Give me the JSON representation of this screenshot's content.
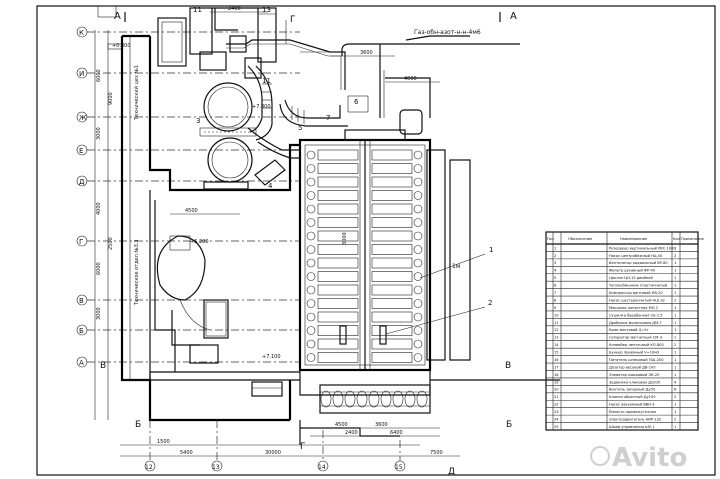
{
  "axes_letters": {
    "top_left": "A",
    "top_right": "A",
    "left_rows": [
      "К",
      "И",
      "Ж",
      "Е",
      "Д",
      "Г",
      "В",
      "Б",
      "А"
    ],
    "section_v_left": "В",
    "section_v_right": "В",
    "section_b_left": "Б",
    "section_b_right": "Б",
    "section_g_top": "Г",
    "section_g_bottom": "Г",
    "bottom_d": "Д"
  },
  "axes_numbers": [
    "12",
    "13",
    "14",
    "15"
  ],
  "callouts": [
    "11",
    "13",
    "11",
    "3",
    "4",
    "5",
    "6",
    "7",
    "1",
    "2"
  ],
  "dimensions": {
    "top_1": "2400",
    "top_2": "3600",
    "top_3": "4000",
    "mid_1": "3000",
    "mid_2": "4500",
    "bottom_1": "4500",
    "bottom_2": "3600",
    "bottom_3": "2400",
    "bottom_4": "6400",
    "bottom_5": "30000",
    "bottom_6": "7500",
    "bottom_7": "5400",
    "bottom_8": "1500",
    "left_1": "6000",
    "left_2": "9000",
    "left_3": "3000",
    "left_4": "6000",
    "left_5": "4000",
    "left_6": "3000",
    "left_7": "2500"
  },
  "labels": {
    "pipe_top": "Газ-обн-азот-н-н-4м6",
    "shop_label_1": "Технический цех №1",
    "shop_label_2": "Техническое отдел №3.3",
    "right_note": "1м",
    "elev_1": "+0.300",
    "elev_2": "+7.800",
    "elev_3": "+5.200",
    "elev_4": "+7.100"
  },
  "table": {
    "headers": [
      "Поз.",
      "Обозначение",
      "Наименование",
      "Кол.",
      "Примечание"
    ],
    "rows": [
      {
        "pos": "1",
        "name": "Резервуар вертикальный РВС-1000",
        "qty": "1"
      },
      {
        "pos": "2",
        "name": "Насос центробежный НЦ-50",
        "qty": "2"
      },
      {
        "pos": "3",
        "name": "Вентилятор радиальный ВР-80",
        "qty": "1"
      },
      {
        "pos": "4",
        "name": "Фильтр рукавный ФР-40",
        "qty": "1"
      },
      {
        "pos": "5",
        "name": "Циклон ЦН-15 двойной",
        "qty": "1"
      },
      {
        "pos": "6",
        "name": "Теплообменник пластинчатый",
        "qty": "1"
      },
      {
        "pos": "7",
        "name": "Компрессор винтовой КВ-20",
        "qty": "1"
      },
      {
        "pos": "8",
        "name": "Насос шестерёнчатый НШ-32",
        "qty": "2"
      },
      {
        "pos": "9",
        "name": "Мешалка лопастная МЛ-2",
        "qty": "1"
      },
      {
        "pos": "10",
        "name": "Сушилка барабанная СБ-1.5",
        "qty": "1"
      },
      {
        "pos": "11",
        "name": "Дробилка молотковая ДМ-7",
        "qty": "1"
      },
      {
        "pos": "12",
        "name": "Кран мостовой Q=5т",
        "qty": "1"
      },
      {
        "pos": "13",
        "name": "Сепаратор магнитный СМ-3",
        "qty": "1"
      },
      {
        "pos": "14",
        "name": "Конвейер ленточный КЛ-800",
        "qty": "2"
      },
      {
        "pos": "15",
        "name": "Бункер приёмный V=10м3",
        "qty": "1"
      },
      {
        "pos": "16",
        "name": "Питатель шнековый ПШ-200",
        "qty": "1"
      },
      {
        "pos": "17",
        "name": "Дозатор весовой ДВ-100",
        "qty": "1"
      },
      {
        "pos": "18",
        "name": "Элеватор ковшовый ЭК-20",
        "qty": "1"
      },
      {
        "pos": "19",
        "name": "Задвижка клиновая Ду200",
        "qty": "4"
      },
      {
        "pos": "20",
        "name": "Вентиль запорный Ду50",
        "qty": "6"
      },
      {
        "pos": "21",
        "name": "Клапан обратный Ду100",
        "qty": "2"
      },
      {
        "pos": "22",
        "name": "Насос вакуумный ВВН-3",
        "qty": "1"
      },
      {
        "pos": "23",
        "name": "Ёмкость промежуточная",
        "qty": "1"
      },
      {
        "pos": "24",
        "name": "Электродвигатель АИР-132",
        "qty": "2"
      },
      {
        "pos": "25",
        "name": "Шкаф управления ШУ-1",
        "qty": "1"
      }
    ]
  },
  "watermark": "Avito"
}
